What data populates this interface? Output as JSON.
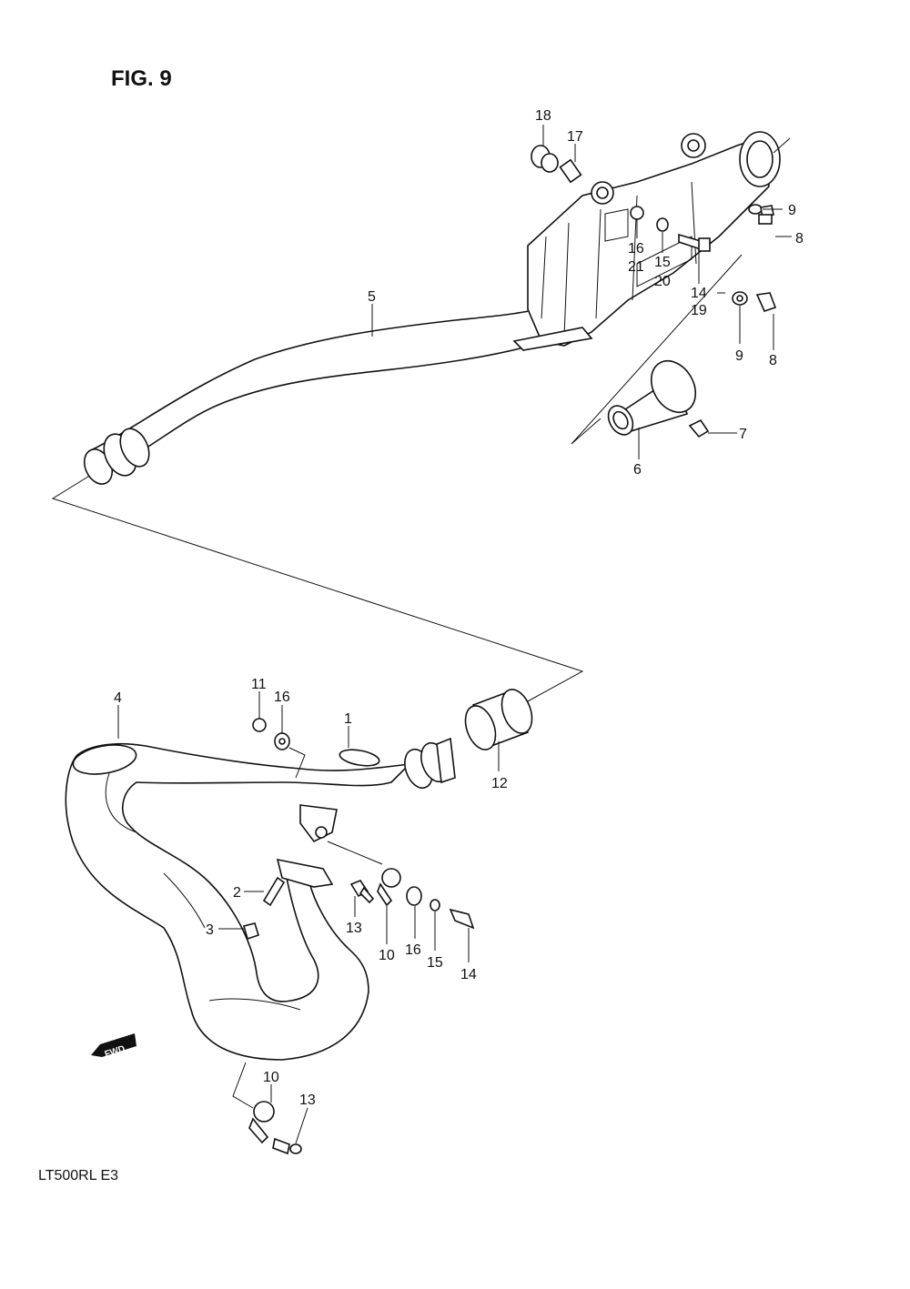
{
  "figure": {
    "title": "FIG. 9",
    "model_code": "LT500RL  E3"
  },
  "fwd_marker": "FWD",
  "callouts": {
    "c18": "18",
    "c17": "17",
    "c9a": "9",
    "c8a": "8",
    "c16a": "16",
    "c15a": "15",
    "c21": "21",
    "c20": "20",
    "c14a": "14",
    "c19": "19",
    "c9b": "9",
    "c8b": "8",
    "c5": "5",
    "c7": "7",
    "c6": "6",
    "c4": "4",
    "c11": "11",
    "c16b": "16",
    "c1": "1",
    "c12": "12",
    "c2": "2",
    "c3": "3",
    "c13a": "13",
    "c10a": "10",
    "c16c": "16",
    "c15b": "15",
    "c14b": "14",
    "c10b": "10",
    "c13b": "13"
  }
}
